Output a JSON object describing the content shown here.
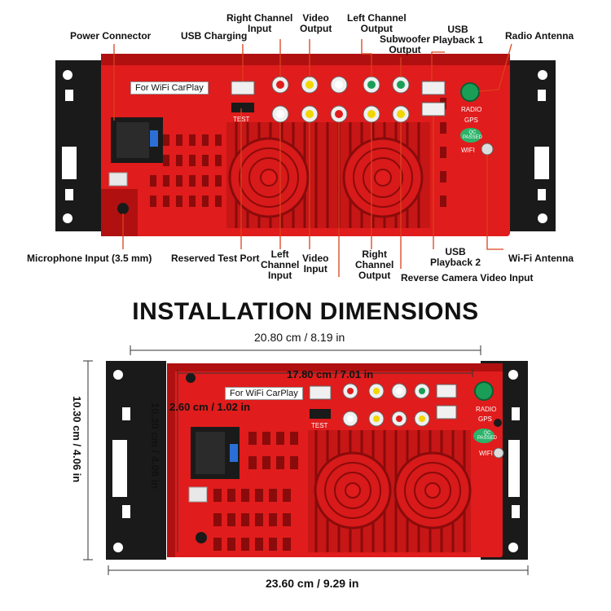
{
  "top_labels": {
    "power_connector": "Power Connector",
    "usb_charging": "USB Charging",
    "right_channel_input": "Right Channel\nInput",
    "video_output": "Video\nOutput",
    "left_channel_output": "Left Channel\nOutput",
    "subwoofer_output": "Subwoofer\nOutput",
    "usb_playback_1": "USB\nPlayback 1",
    "radio_antenna": "Radio Antenna",
    "microphone_input": "Microphone Input (3.5 mm)",
    "reserved_test_port": "Reserved Test Port",
    "left_channel_input": "Left\nChannel\nInput",
    "video_input": "Video\nInput",
    "right_channel_output": "Right\nChannel\nOutput",
    "usb_playback_2": "USB\nPlayback 2",
    "wifi_antenna": "Wi-Fi Antenna",
    "reverse_camera_video_input": "Reverse Camera Video Input"
  },
  "device_text": {
    "carplay_tag": "For WiFi CarPlay",
    "test": "TEST",
    "radio": "RADIO",
    "gps": "GPS",
    "qc": "QC\nPASSED",
    "wifi": "WIFI"
  },
  "section_title": "INSTALLATION DIMENSIONS",
  "dimensions": {
    "total_width": "20.80 cm / 8.19 in",
    "inner_width": "17.80 cm / 7.01 in",
    "depth": "2.60 cm / 1.02 in",
    "inner_height": "10.30 cm / 4.06 in",
    "outer_height": "10.30 cm / 4.06 in",
    "outer_width": "23.60 cm / 9.29 in"
  },
  "colors": {
    "body_red": "#e01c1c",
    "dark_red": "#b01010",
    "bracket": "#1a1a1a"
  }
}
